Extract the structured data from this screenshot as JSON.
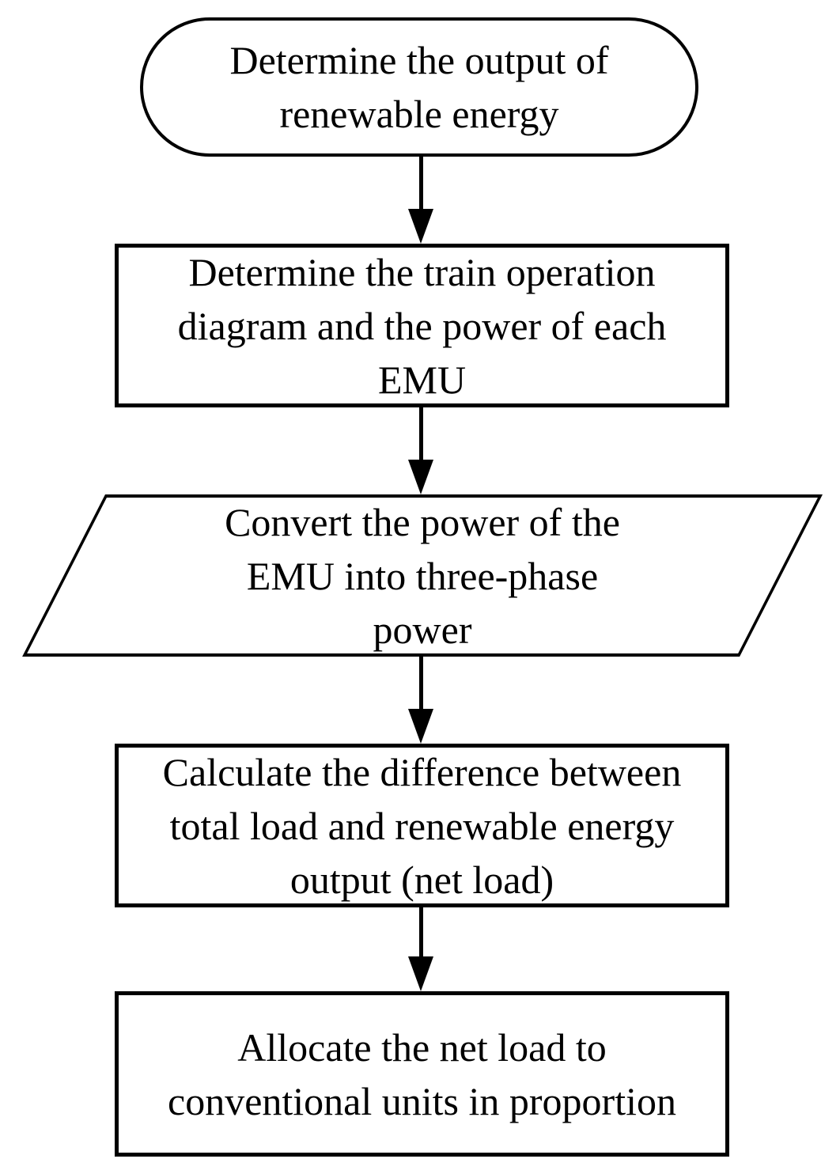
{
  "diagram": {
    "type": "flowchart",
    "colors": {
      "stroke": "#000000",
      "fill": "#ffffff",
      "background": "#ffffff"
    },
    "nodes": [
      {
        "id": "start",
        "shape": "terminator",
        "text": "Determine the output of\nrenewable energy"
      },
      {
        "id": "process1",
        "shape": "process",
        "text": "Determine the train operation\ndiagram and the power of each\nEMU"
      },
      {
        "id": "io1",
        "shape": "input-output",
        "text": "Convert the power of the\nEMU into three-phase\npower"
      },
      {
        "id": "process2",
        "shape": "process",
        "text": "Calculate the difference between\ntotal load and renewable energy\noutput (net load)"
      },
      {
        "id": "process3",
        "shape": "process",
        "text": "Allocate the net load to\nconventional units in proportion"
      }
    ],
    "edges": [
      {
        "from": "start",
        "to": "process1",
        "direction": "down"
      },
      {
        "from": "process1",
        "to": "io1",
        "direction": "down"
      },
      {
        "from": "io1",
        "to": "process2",
        "direction": "down"
      },
      {
        "from": "process2",
        "to": "process3",
        "direction": "down"
      }
    ]
  }
}
